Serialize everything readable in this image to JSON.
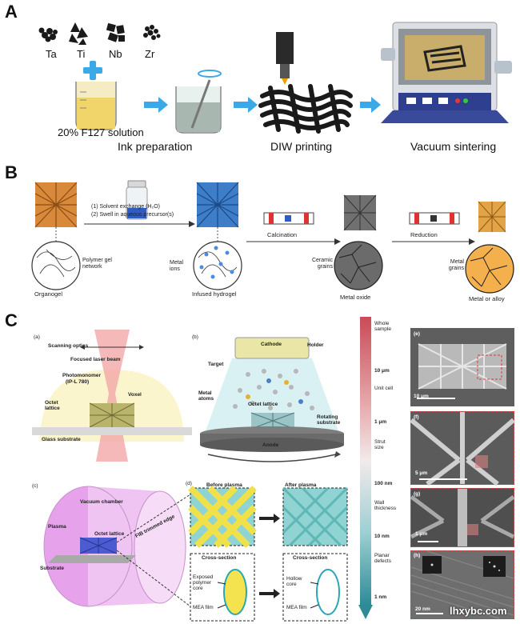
{
  "panelA": {
    "letter": "A",
    "metals": [
      "Ta",
      "Ti",
      "Nb",
      "Zr"
    ],
    "beaker_label": "20% F127 solution",
    "steps": [
      "Ink preparation",
      "DIW printing",
      "Vacuum sintering"
    ]
  },
  "panelB": {
    "letter": "B",
    "polymer_gel": "Polymer gel network",
    "organogel": "Organogel",
    "step1": "(1) Solvent exchange (H₂O)",
    "step2": "(2) Swell in aqueous precursor(s)",
    "metal_ions": "Metal ions",
    "infused": "Infused hydrogel",
    "calcination": "Calcination",
    "ceramic": "Ceramic grains",
    "oxide": "Metal oxide",
    "reduction": "Reduction",
    "metal_grains": "Metal grains",
    "alloy": "Metal or alloy"
  },
  "panelC": {
    "letter": "C",
    "a": {
      "tag": "(a)",
      "scanning": "Scanning optics",
      "laser": "Focused laser beam",
      "photomonomer": "Photomonomer",
      "ipl": "(IP-L 780)",
      "voxel": "Voxel",
      "octet": "Octet lattice",
      "glass": "Glass substrate"
    },
    "b": {
      "tag": "(b)",
      "cathode": "Cathode",
      "holder": "Holder",
      "target": "Target",
      "metal_atoms": "Metal atoms",
      "octet": "Octet lattice",
      "rotating": "Rotating substrate",
      "anode": "Anode"
    },
    "c": {
      "tag": "(c)",
      "vacuum": "Vacuum chamber",
      "plasma": "Plasma",
      "octet": "Octet lattice",
      "substrate": "Substrate",
      "fib": "FIB trimmed edge"
    },
    "d": {
      "tag": "(d)",
      "before": "Before plasma",
      "after": "After plasma",
      "cross1": "Cross-section",
      "cross2": "Cross-section",
      "exposed": "Exposed polymer core",
      "mea1": "MEA film",
      "hollow": "Hollow core",
      "mea2": "MEA film"
    },
    "scale": {
      "whole": "Whole sample",
      "t10um": "10 μm",
      "unit": "Unit cell",
      "t1um": "1 μm",
      "strut": "Strut size",
      "t100nm": "100 nm",
      "wall": "Wall thickness",
      "t10nm": "10 nm",
      "planar": "Planar defects",
      "t1nm": "1 nm"
    },
    "sem": {
      "e": "(e)",
      "e_bar": "10 μm",
      "f": "(f)",
      "f_bar": "5 μm",
      "g": "(g)",
      "g_bar": "1 μm",
      "h": "(h)",
      "h_bar": "20 nm"
    }
  },
  "watermark": "lhxybc.com"
}
